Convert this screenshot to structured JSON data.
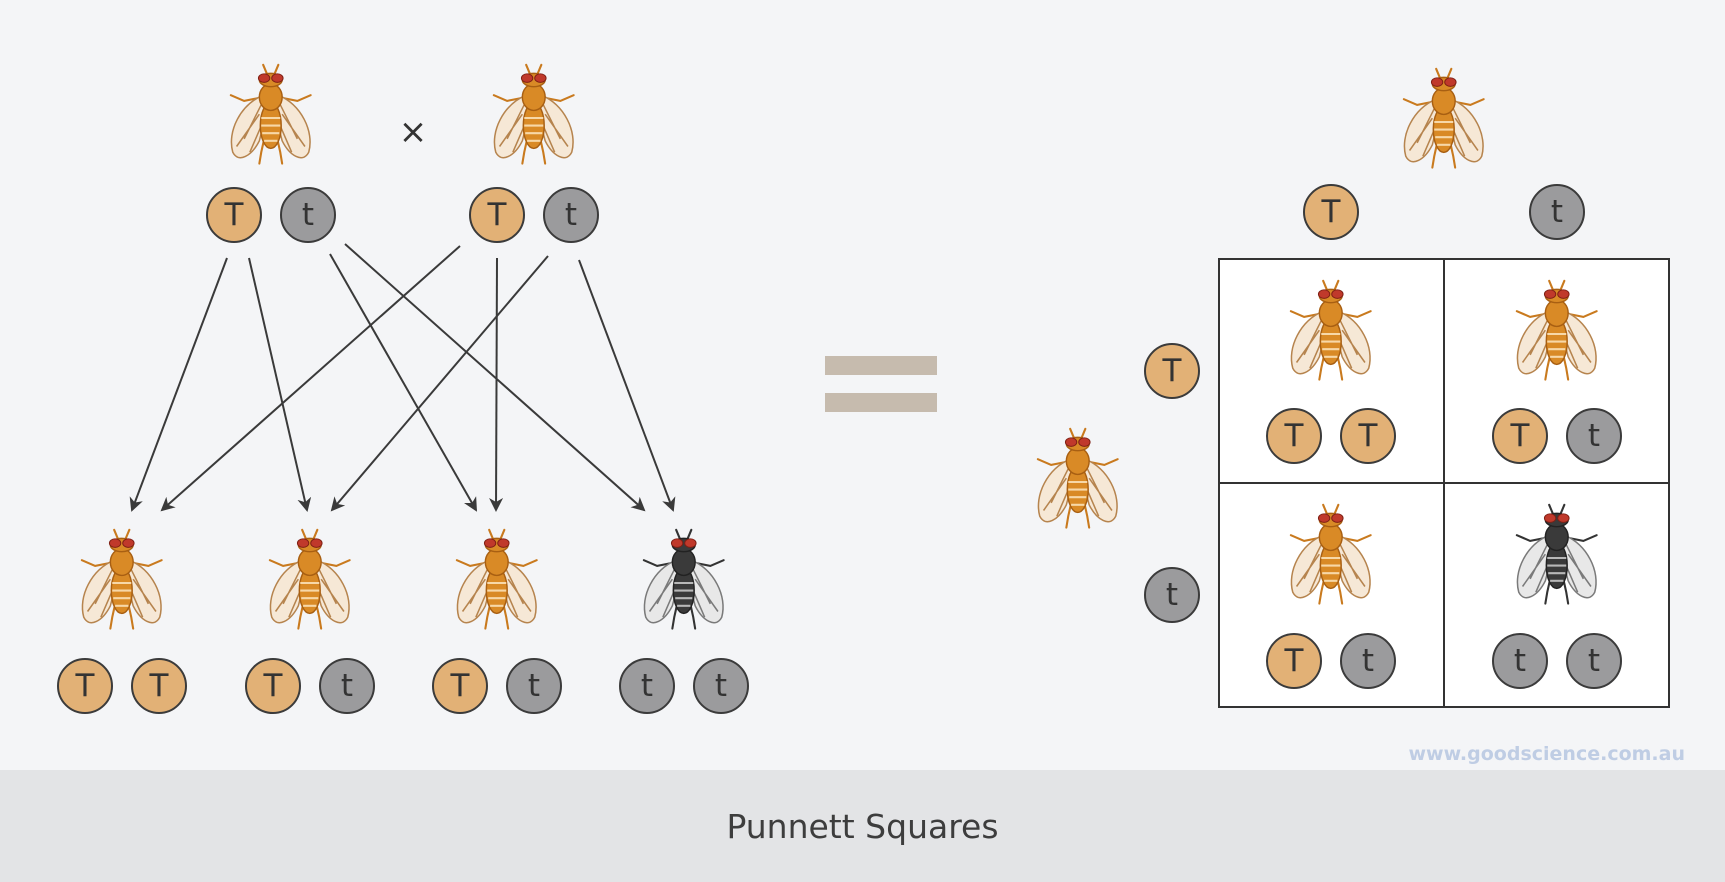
{
  "cross_symbol": "×",
  "parents": [
    {
      "alleles": [
        "T",
        "t"
      ],
      "color": "orange"
    },
    {
      "alleles": [
        "T",
        "t"
      ],
      "color": "orange"
    }
  ],
  "offspring": [
    {
      "alleles": [
        "T",
        "T"
      ],
      "color": "orange"
    },
    {
      "alleles": [
        "T",
        "t"
      ],
      "color": "orange"
    },
    {
      "alleles": [
        "T",
        "t"
      ],
      "color": "orange"
    },
    {
      "alleles": [
        "t",
        "t"
      ],
      "color": "black"
    }
  ],
  "punnett": {
    "column_alleles": [
      "T",
      "t"
    ],
    "row_alleles": [
      "T",
      "t"
    ],
    "cells": [
      {
        "alleles": [
          "T",
          "T"
        ],
        "color": "orange"
      },
      {
        "alleles": [
          "T",
          "t"
        ],
        "color": "orange"
      },
      {
        "alleles": [
          "T",
          "t"
        ],
        "color": "orange"
      },
      {
        "alleles": [
          "t",
          "t"
        ],
        "color": "black"
      }
    ]
  },
  "colors": {
    "dominant_allele": "#e2b176",
    "recessive_allele": "#9b9b9d",
    "orange_body": "#d98a26",
    "black_body": "#3a3a3a",
    "equals": "#c6bbae",
    "background": "#f4f5f7",
    "footer_bg": "#e3e4e6"
  },
  "icons": {
    "fly": "fruit-fly-icon",
    "arrow": "arrow-icon"
  },
  "watermark": "www.goodscience.com.au",
  "footer_title": "Punnett Squares"
}
